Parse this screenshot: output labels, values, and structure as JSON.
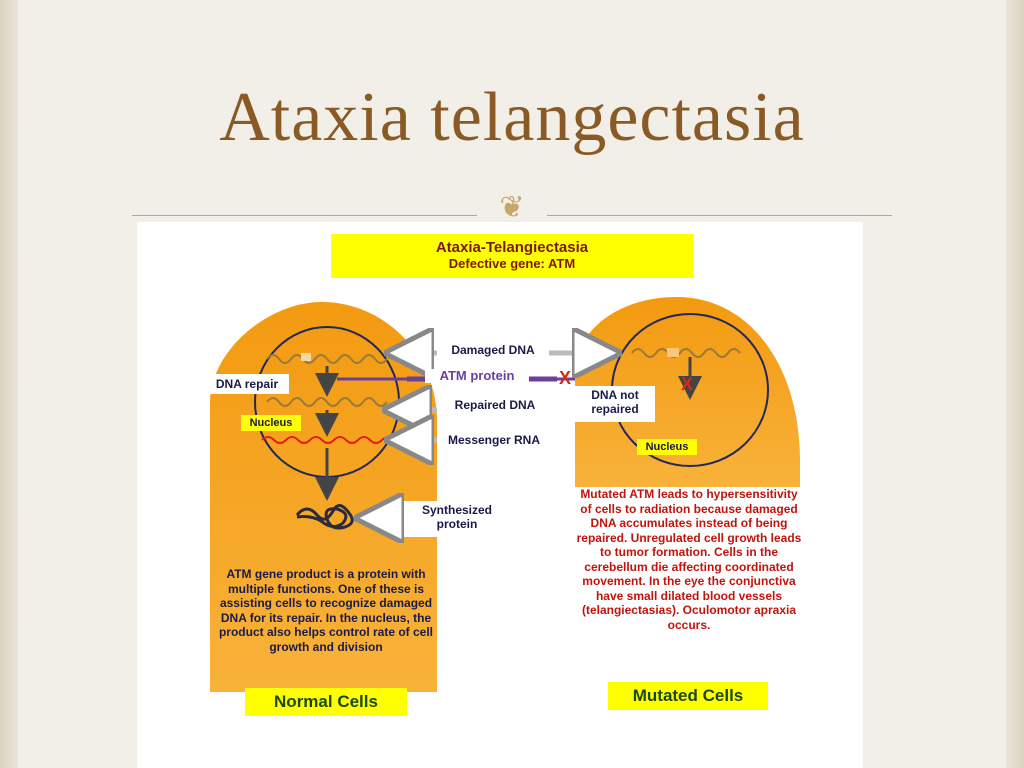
{
  "slide": {
    "title": "Ataxia telangectasia",
    "ornament": "❦"
  },
  "figure": {
    "title": "Ataxia-Telangiectasia",
    "subtitle": "Defective gene: ATM",
    "labels": {
      "damaged_dna": "Damaged DNA",
      "atm_protein": "ATM protein",
      "repaired_dna": "Repaired DNA",
      "messenger_rna": "Messenger RNA",
      "synthesized_protein": "Synthesized protein",
      "dna_repair": "DNA repair",
      "nucleus_left": "Nucleus",
      "nucleus_right": "Nucleus",
      "dna_not_repaired": "DNA not repaired",
      "x_mark_1": "X",
      "x_mark_2": "X"
    },
    "normal_text": "ATM gene product is a protein with multiple functions. One of these is assisting cells to recognize damaged DNA for its repair. In the nucleus, the product also helps control rate of cell growth and division",
    "mutated_text": "Mutated ATM leads to hypersensitivity of cells to radiation because damaged DNA accumulates instead of being repaired. Unregulated cell growth leads to tumor formation. Cells in the cerebellum die affecting coordinated movement. In the eye the conjunctiva have small dilated blood vessels (telangiectasias). Oculomotor apraxia occurs.",
    "normal_label": "Normal Cells",
    "mutated_label": "Mutated Cells",
    "colors": {
      "cell": "#f7a51c",
      "nucleus_line": "#22285a",
      "highlight": "#ffff00",
      "atm": "#6b3fa0",
      "x_mark": "#d62a14",
      "rna": "#e0201a"
    }
  }
}
